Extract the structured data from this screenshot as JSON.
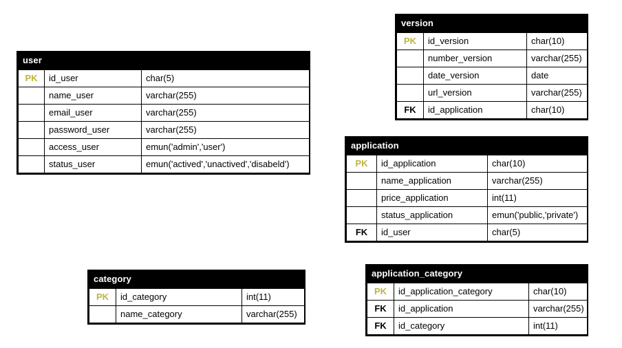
{
  "diagram": {
    "type": "entity-relationship-diagram",
    "title": "",
    "colors": {
      "background": "#ffffff",
      "header_background": "#000000",
      "header_text": "#ffffff",
      "border": "#000000",
      "primary_key_label": "#bdb43f",
      "foreign_key_label": "#000000",
      "body_text": "#000000"
    },
    "key_labels": {
      "pk": "PK",
      "fk": "FK",
      "none": ""
    },
    "tables": [
      {
        "id": "user",
        "name": "user",
        "columns": [
          {
            "key": "PK",
            "field": "id_user",
            "type": "char(5)"
          },
          {
            "key": "",
            "field": "name_user",
            "type": "varchar(255)"
          },
          {
            "key": "",
            "field": "email_user",
            "type": "varchar(255)"
          },
          {
            "key": "",
            "field": "password_user",
            "type": "varchar(255)"
          },
          {
            "key": "",
            "field": "access_user",
            "type": "emun('admin','user')"
          },
          {
            "key": "",
            "field": "status_user",
            "type": "emun('actived','unactived','disabeld')"
          }
        ]
      },
      {
        "id": "version",
        "name": "version",
        "columns": [
          {
            "key": "PK",
            "field": "id_version",
            "type": "char(10)"
          },
          {
            "key": "",
            "field": "number_version",
            "type": "varchar(255)"
          },
          {
            "key": "",
            "field": "date_version",
            "type": "date"
          },
          {
            "key": "",
            "field": "url_version",
            "type": "varchar(255)"
          },
          {
            "key": "FK",
            "field": "id_application",
            "type": "char(10)"
          }
        ]
      },
      {
        "id": "application",
        "name": "application",
        "columns": [
          {
            "key": "PK",
            "field": "id_application",
            "type": "char(10)"
          },
          {
            "key": "",
            "field": "name_application",
            "type": "varchar(255)"
          },
          {
            "key": "",
            "field": "price_application",
            "type": "int(11)"
          },
          {
            "key": "",
            "field": "status_application",
            "type": "emun('public,'private')"
          },
          {
            "key": "FK",
            "field": "id_user",
            "type": "char(5)"
          }
        ]
      },
      {
        "id": "category",
        "name": "category",
        "columns": [
          {
            "key": "PK",
            "field": "id_category",
            "type": "int(11)"
          },
          {
            "key": "",
            "field": "name_category",
            "type": "varchar(255)"
          }
        ]
      },
      {
        "id": "application_category",
        "name": "application_category",
        "columns": [
          {
            "key": "PK",
            "field": "id_application_category",
            "type": "char(10)"
          },
          {
            "key": "FK",
            "field": "id_application",
            "type": "varchar(255)"
          },
          {
            "key": "FK",
            "field": "id_category",
            "type": "int(11)"
          }
        ]
      }
    ]
  }
}
